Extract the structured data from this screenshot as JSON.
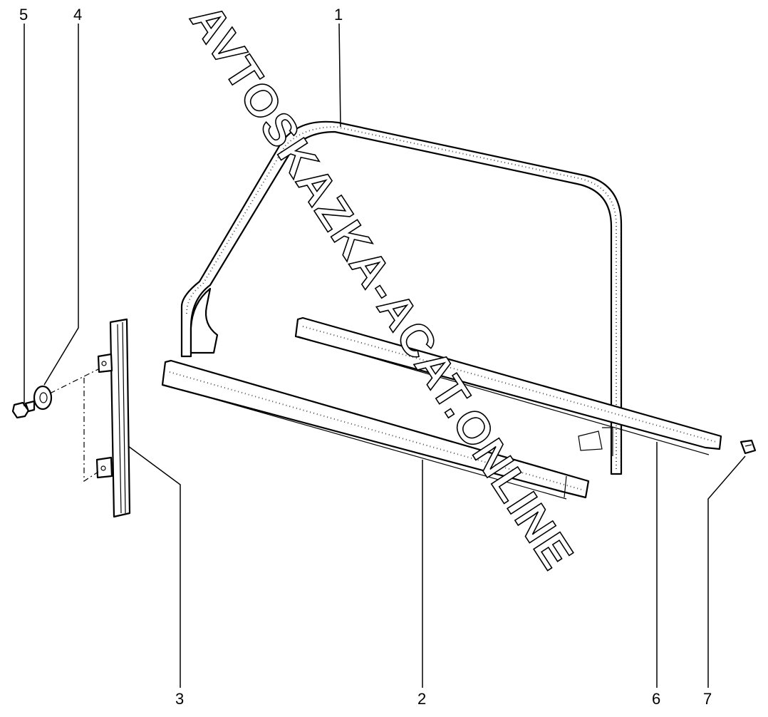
{
  "watermark": "AVTOSKAZKA-ACAT.ONLINE",
  "callouts": [
    {
      "id": "1",
      "label": "1"
    },
    {
      "id": "2",
      "label": "2"
    },
    {
      "id": "3",
      "label": "3"
    },
    {
      "id": "4",
      "label": "4"
    },
    {
      "id": "5",
      "label": "5"
    },
    {
      "id": "6",
      "label": "6"
    },
    {
      "id": "7",
      "label": "7"
    }
  ]
}
